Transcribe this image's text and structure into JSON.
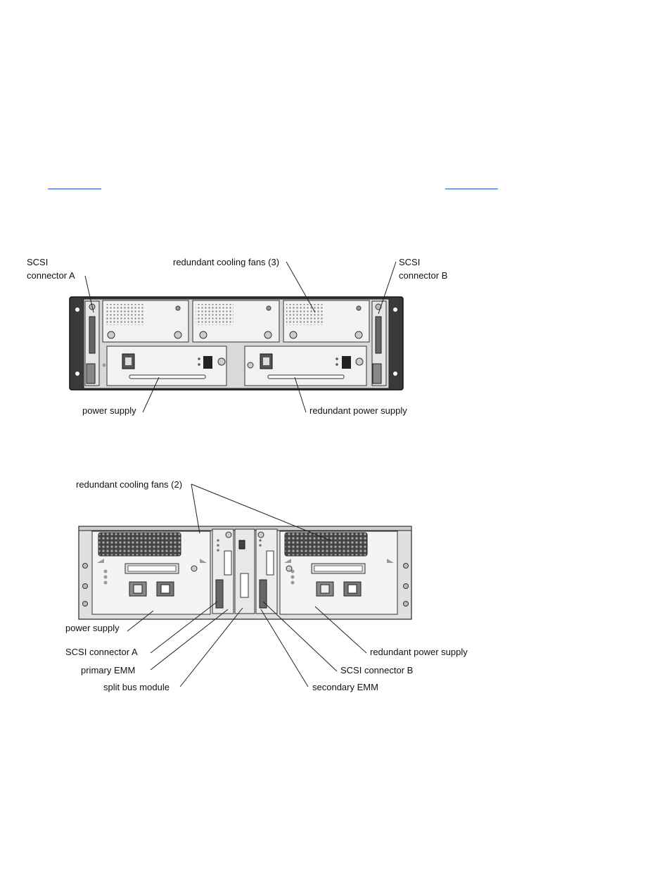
{
  "nav": {
    "previous_link": "",
    "next_link": ""
  },
  "front_view": {
    "label_scsi_a_line1": "SCSI",
    "label_scsi_a_line2": "connector A",
    "label_fans": "redundant cooling fans (3)",
    "label_scsi_b_line1": "SCSI",
    "label_scsi_b_line2": "connector B",
    "label_power_supply": "power supply",
    "label_redundant_power_supply": "redundant power supply"
  },
  "back_view": {
    "label_fans": "redundant cooling fans (2)",
    "label_power_supply": "power supply",
    "label_scsi_a": "SCSI connector A",
    "label_primary_emm": "primary EMM",
    "label_split_bus": "split bus module",
    "label_redundant_power_supply": "redundant power supply",
    "label_scsi_b": "SCSI connector B",
    "label_secondary_emm": "secondary EMM"
  }
}
